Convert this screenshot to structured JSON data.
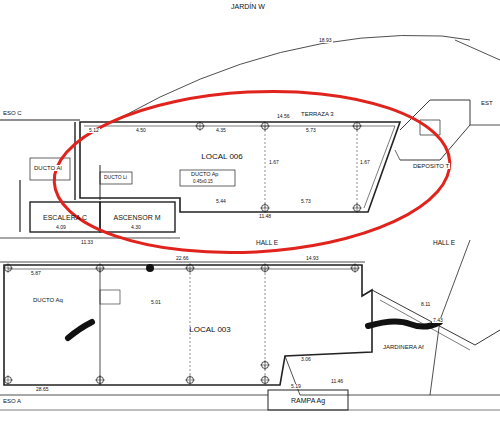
{
  "diagram": {
    "nodes": [
      {
        "text": [
          "LOCAL 006"
        ]
      },
      {
        "text": [
          "ESCALERA C"
        ]
      },
      {
        "text": [
          "ASCENSOR M"
        ]
      },
      {
        "text": [
          "LOCAL 003"
        ]
      },
      {
        "text": [
          "RAMPA Ag"
        ]
      }
    ],
    "labels": [
      "JARDÍN W",
      "TERRAZA 3",
      "ESO C",
      "EST",
      "DEPOSITO T",
      "DUCTO Al",
      "DUCTO Li",
      "DUCTO Ap",
      "HALL E",
      "HALL E",
      "DUCTO Aq",
      "JARDINERA Af",
      "ESO A",
      "18.93",
      "14.56",
      "4.50",
      "5.12",
      "4.35",
      "5.73",
      "5.44",
      "5.73",
      "11.48",
      "11.33",
      "4.09",
      "4.30",
      "22.66",
      "14.93",
      "5.87",
      "5.01",
      "3.06",
      "11.46",
      "28.65",
      "5.19",
      "8.11",
      "7.43",
      "1.67",
      "1.67",
      "0.45x0.15"
    ]
  }
}
